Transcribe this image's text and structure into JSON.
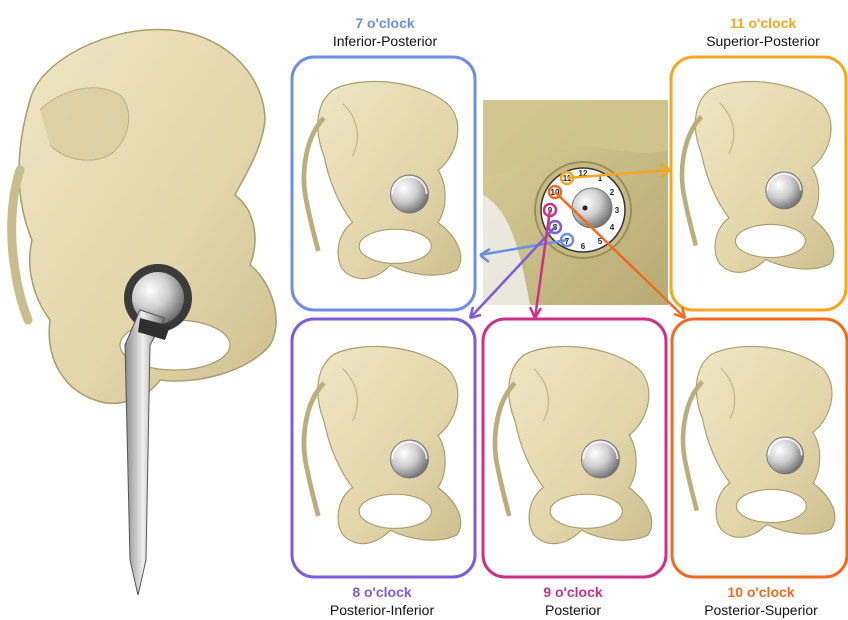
{
  "colors": {
    "blue": "#6a8fe6",
    "amber": "#f5a623",
    "purple": "#7b5cd9",
    "magenta": "#cf2f85",
    "orange": "#ef6a1e",
    "bone": "#e6dcb5",
    "bone_shadow": "#c9bd8d",
    "metal": "#c9c9c9"
  },
  "panels": [
    {
      "id": "p7",
      "time": "7 o'clock",
      "desc": "Inferior-Posterior",
      "color": "blue"
    },
    {
      "id": "p11",
      "time": "11 o'clock",
      "desc": "Superior-Posterior",
      "color": "amber"
    },
    {
      "id": "p8",
      "time": "8 o'clock",
      "desc": "Posterior-Inferior",
      "color": "purple"
    },
    {
      "id": "p9",
      "time": "9 o'clock",
      "desc": "Posterior",
      "color": "magenta"
    },
    {
      "id": "p10",
      "time": "10 o'clock",
      "desc": "Posterior-Superior",
      "color": "orange"
    }
  ],
  "clock": {
    "numbers": [
      "12",
      "1",
      "2",
      "3",
      "4",
      "5",
      "6",
      "7",
      "8",
      "9",
      "10",
      "11"
    ]
  }
}
